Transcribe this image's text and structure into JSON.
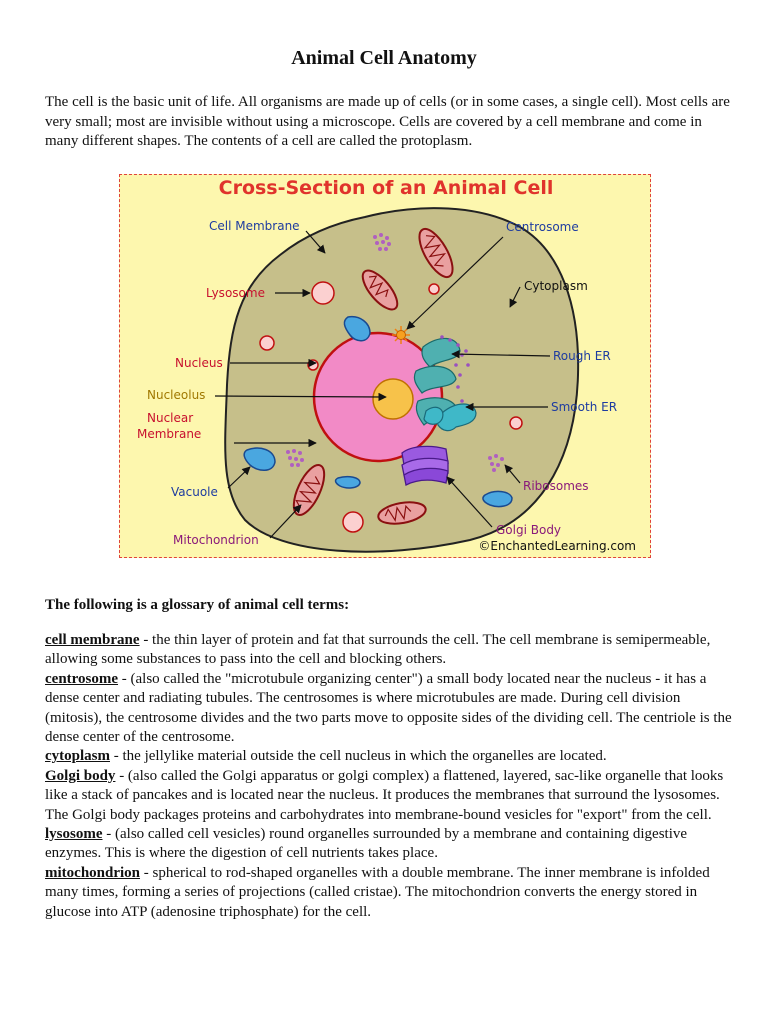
{
  "page": {
    "title": "Animal Cell Anatomy",
    "intro": "The cell is the basic unit of life. All organisms are made up of cells (or in some cases, a single cell). Most cells are very small; most are invisible without using a microscope. Cells are covered by a cell membrane and come in many different shapes. The contents of a cell are called the protoplasm."
  },
  "diagram": {
    "title": "Cross-Section of an Animal Cell",
    "credit": "©EnchantedLearning.com",
    "labels": {
      "cell_membrane": "Cell Membrane",
      "centrosome": "Centrosome",
      "lysosome": "Lysosome",
      "cytoplasm": "Cytoplasm",
      "nucleus": "Nucleus",
      "rough_er": "Rough ER",
      "nucleolus": "Nucleolus",
      "nuclear": "Nuclear",
      "membrane": "Membrane",
      "smooth_er": "Smooth ER",
      "vacuole": "Vacuole",
      "ribosomes": "Ribosomes",
      "mitochondrion": "Mitochondrion",
      "golgi_body": "Golgi Body"
    },
    "colors": {
      "title": "#e0332c",
      "blue_label": "#1e3ca0",
      "red_label": "#c8102e",
      "gold_label": "#a07800",
      "purple_label": "#8a1a7a",
      "cytoplasm": "#c6bf8a",
      "nucleus": "#f28ac6",
      "nucleolus": "#f7c24a",
      "mitochondrion": "#e9a0a0",
      "vacuole": "#4aa7e0",
      "er": "#4fb0b0",
      "golgi": "#9a5ae0",
      "ribosome": "#b060c0"
    }
  },
  "glossary": {
    "heading": "The following is a glossary of animal cell terms:",
    "entries": [
      {
        "term": "cell membrane",
        "definition": " - the thin layer of protein and fat that surrounds the cell. The cell membrane is semipermeable, allowing some substances to pass into the cell and blocking others."
      },
      {
        "term": "centrosome",
        "definition": " - (also called the \"microtubule organizing center\") a small body located near the nucleus - it has a dense center and radiating tubules. The centrosomes is where microtubules are made. During cell division (mitosis), the centrosome divides and the two parts move to opposite sides of the dividing cell. The centriole is the dense center of the centrosome."
      },
      {
        "term": "cytoplasm",
        "definition": " - the jellylike material outside the cell nucleus in which the organelles are located."
      },
      {
        "term": "Golgi body",
        "definition": " - (also called the Golgi apparatus or golgi complex) a flattened, layered, sac-like organelle that looks like a stack of pancakes and is located near the nucleus. It produces the membranes that surround the lysosomes. The Golgi body packages proteins and carbohydrates into membrane-bound vesicles for \"export\" from the cell."
      },
      {
        "term": "lysosome",
        "definition": " - (also called cell vesicles) round organelles surrounded by a membrane and containing digestive enzymes. This is where the digestion of cell nutrients takes place."
      },
      {
        "term": "mitochondrion",
        "definition": " - spherical to rod-shaped organelles with a double membrane. The inner membrane is infolded many times, forming a series of projections (called cristae). The mitochondrion converts the energy stored in glucose into ATP (adenosine triphosphate) for the cell."
      }
    ]
  }
}
